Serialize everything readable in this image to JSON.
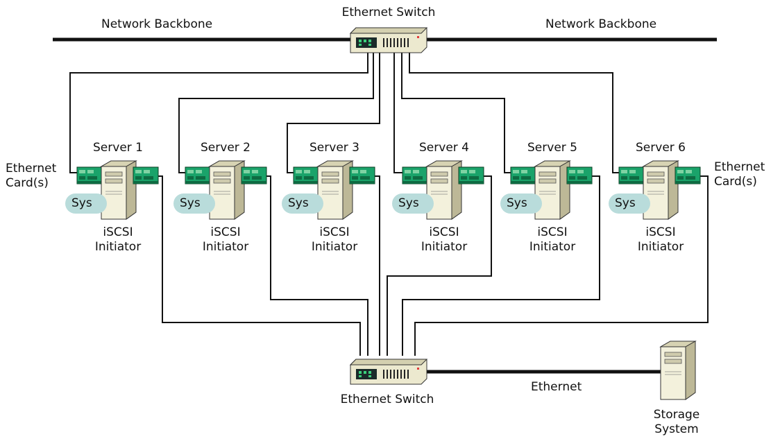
{
  "top_switch": {
    "label": "Ethernet Switch"
  },
  "bottom_switch": {
    "label": "Ethernet Switch"
  },
  "backbone": {
    "left_label": "Network Backbone",
    "right_label": "Network Backbone"
  },
  "ethernet_card_label": "Ethernet\nCard(s)",
  "ethernet_link_label": "Ethernet",
  "storage": {
    "label": "Storage\nSystem"
  },
  "servers": [
    {
      "name": "Server 1",
      "sys": "Sys",
      "initiator": "iSCSI\nInitiator"
    },
    {
      "name": "Server 2",
      "sys": "Sys",
      "initiator": "iSCSI\nInitiator"
    },
    {
      "name": "Server 3",
      "sys": "Sys",
      "initiator": "iSCSI\nInitiator"
    },
    {
      "name": "Server 4",
      "sys": "Sys",
      "initiator": "iSCSI\nInitiator"
    },
    {
      "name": "Server 5",
      "sys": "Sys",
      "initiator": "iSCSI\nInitiator"
    },
    {
      "name": "Server 6",
      "sys": "Sys",
      "initiator": "iSCSI\nInitiator"
    }
  ],
  "colors": {
    "card_green": "#1aa36a",
    "sys_bubble": "#b9dcdb",
    "device_beige": "#ece9cf",
    "line": "#111111"
  }
}
